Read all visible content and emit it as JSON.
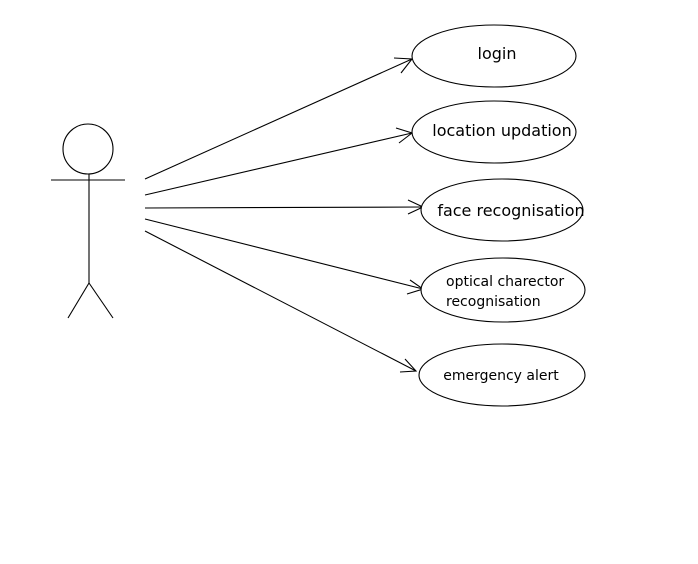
{
  "diagram": {
    "type": "use-case",
    "actor": {
      "label": ""
    },
    "use_cases": [
      {
        "id": "login",
        "lines": [
          "login"
        ]
      },
      {
        "id": "location-updation",
        "lines": [
          "location updation"
        ]
      },
      {
        "id": "face-recognisation",
        "lines": [
          "face recognisation"
        ]
      },
      {
        "id": "optical-charector-recognisation",
        "lines": [
          "optical charector",
          "recognisation"
        ]
      },
      {
        "id": "emergency-alert",
        "lines": [
          "emergency alert"
        ]
      }
    ],
    "associations": [
      {
        "from": "actor",
        "to": "login"
      },
      {
        "from": "actor",
        "to": "location-updation"
      },
      {
        "from": "actor",
        "to": "face-recognisation"
      },
      {
        "from": "actor",
        "to": "optical-charector-recognisation"
      },
      {
        "from": "actor",
        "to": "emergency-alert"
      }
    ]
  }
}
